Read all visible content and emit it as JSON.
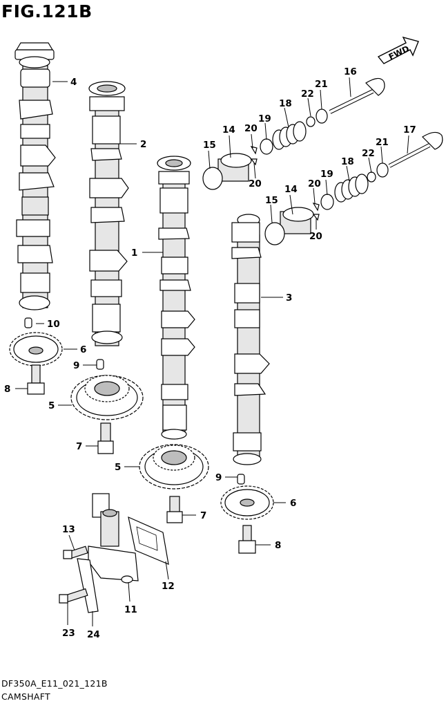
{
  "title": "FIG.121B",
  "footer": {
    "code": "DF350A_E11_021_121B",
    "name": "CAMSHAFT"
  },
  "fwd_label": "FWD",
  "callouts": [
    "1",
    "2",
    "3",
    "4",
    "5",
    "5",
    "6",
    "6",
    "7",
    "7",
    "8",
    "8",
    "9",
    "9",
    "10",
    "11",
    "12",
    "13",
    "14",
    "14",
    "15",
    "15",
    "16",
    "17",
    "18",
    "18",
    "19",
    "19",
    "20",
    "20",
    "20",
    "20",
    "21",
    "21",
    "22",
    "22",
    "23",
    "24"
  ]
}
